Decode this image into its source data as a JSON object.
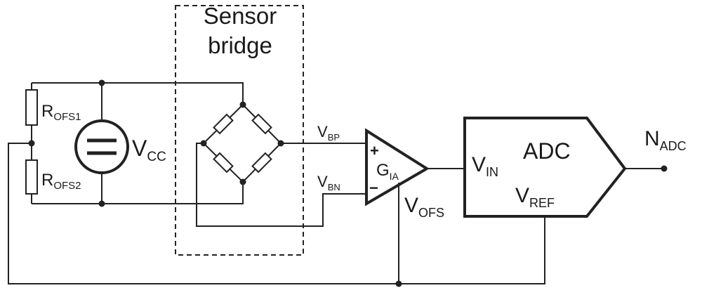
{
  "title": {
    "line1": "Sensor",
    "line2": "bridge"
  },
  "labels": {
    "rofs1": {
      "main": "R",
      "sub": "OFS1"
    },
    "rofs2": {
      "main": "R",
      "sub": "OFS2"
    },
    "vcc": {
      "main": "V",
      "sub": "CC"
    },
    "vbp": {
      "main": "V",
      "sub": "BP"
    },
    "vbn": {
      "main": "V",
      "sub": "BN"
    },
    "gia": {
      "main": "G",
      "sub": "IA"
    },
    "vofs": {
      "main": "V",
      "sub": "OFS"
    },
    "vin": {
      "main": "V",
      "sub": "IN"
    },
    "vref": {
      "main": "V",
      "sub": "REF"
    },
    "adc": "ADC",
    "nadc": {
      "main": "N",
      "sub": "ADC"
    },
    "plus": "+",
    "minus": "−"
  },
  "colors": {
    "line": "#222222",
    "text": "#1a1a1a",
    "background": "#ffffff"
  },
  "icons": {
    "voltage_source": "circle-with-two-bars",
    "resistor": "rectangle",
    "amplifier": "triangle",
    "adc": "pentagon-arrow"
  }
}
